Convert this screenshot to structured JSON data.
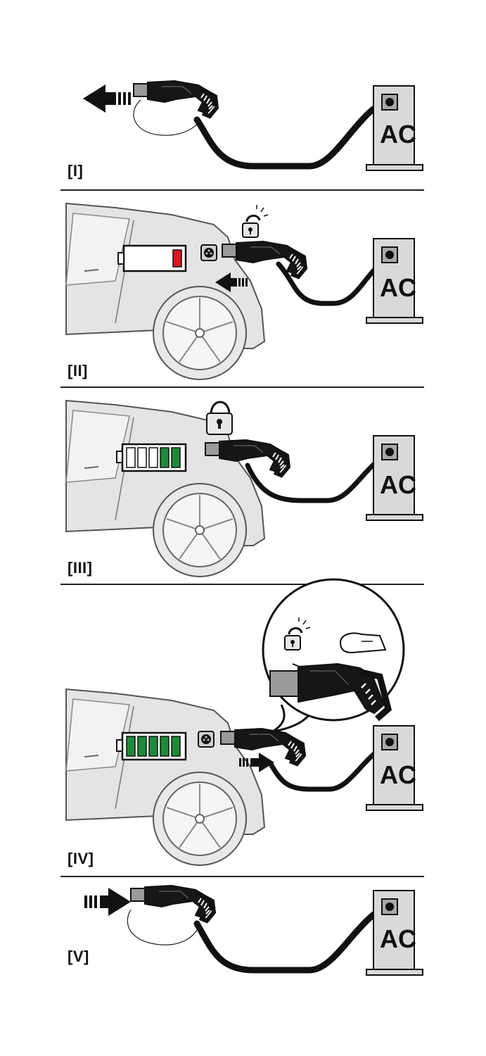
{
  "steps": [
    {
      "label": "[I]",
      "station_text": "AC"
    },
    {
      "label": "[II]",
      "station_text": "AC"
    },
    {
      "label": "[III]",
      "station_text": "AC"
    },
    {
      "label": "[IV]",
      "station_text": "AC"
    },
    {
      "label": "[V]",
      "station_text": "AC"
    }
  ],
  "colors": {
    "battery_low": "#d71920",
    "battery_green": "#1e8a3a",
    "car_body": "#e4e4e4",
    "station": "#d9d9d9",
    "cable": "#111111"
  },
  "icons": [
    "arrow-left-icon",
    "arrow-right-icon",
    "padlock-open-icon",
    "padlock-closed-icon",
    "battery-icon",
    "finger-icon",
    "charging-plug-icon",
    "charging-station-icon",
    "car-icon"
  ]
}
